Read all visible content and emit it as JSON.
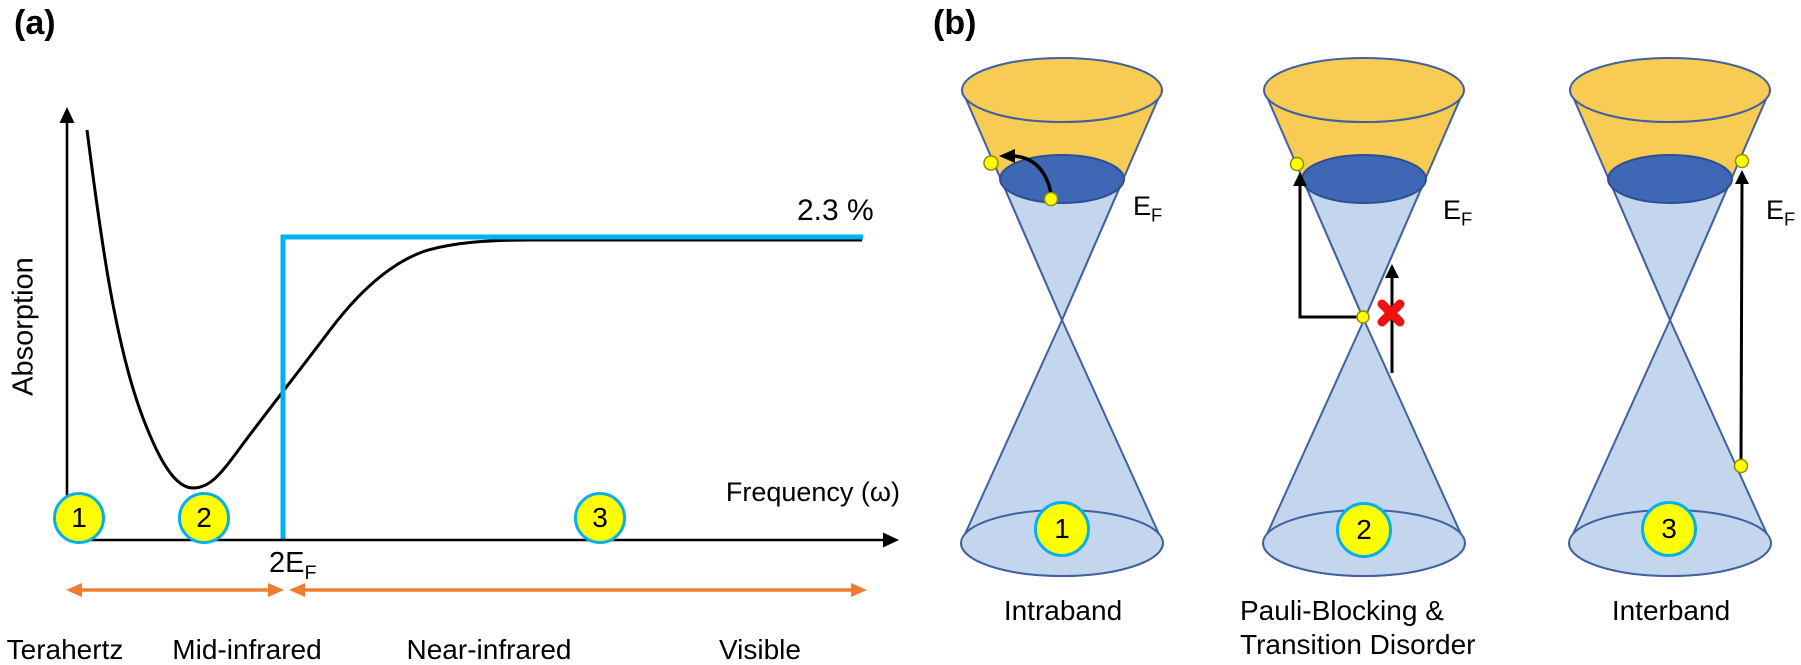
{
  "panel_a": {
    "label": "(a)",
    "y_axis_label": "Absorption",
    "x_axis_label": "Frequency (ω)",
    "absorption_limit_label": "2.3 %",
    "threshold": {
      "main": "2E",
      "sub": "F"
    },
    "points": [
      "1",
      "2",
      "3"
    ],
    "regions": [
      "Terahertz",
      "Mid-infrared",
      "Near-infrared",
      "Visible"
    ]
  },
  "panel_b": {
    "label": "(b)",
    "fermi_label": {
      "main": "E",
      "sub": "F"
    },
    "cones": [
      {
        "number": "1",
        "caption": "Intraband"
      },
      {
        "number": "2",
        "caption_line1": "Pauli-Blocking &",
        "caption_line2": "Transition Disorder"
      },
      {
        "number": "3",
        "caption": "Interband"
      }
    ]
  },
  "colors": {
    "accent_cyan": "#00B0F0",
    "accent_orange": "#ED7D31",
    "cone_yellow": "#F8CB53",
    "cone_light_blue": "#C3D6EE",
    "cone_outline_blue": "#41619E",
    "fermi_ellipse_blue": "#3E68B5",
    "marker_yellow": "#FFFF00",
    "blocked_red": "#EE1111",
    "line_black": "#000000"
  }
}
